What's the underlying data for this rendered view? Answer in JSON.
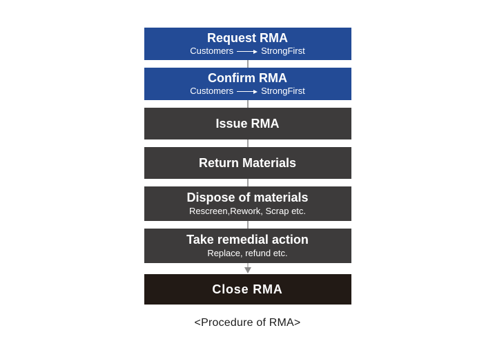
{
  "caption": "<Procedure of RMA>",
  "colors": {
    "blue": "#234b96",
    "dark": "#3d3b3b",
    "black": "#221a15",
    "connector": "#a0a0a0",
    "arrowhead": "#8a8a8a",
    "step_text": "#ffffff",
    "caption_text": "#1b1b1b",
    "background": "#ffffff"
  },
  "steps": [
    {
      "title": "Request RMA",
      "subtitle_parts": [
        "Customers",
        "StrongFirst"
      ],
      "style": "blue",
      "connector_after": "line"
    },
    {
      "title": "Confirm RMA",
      "subtitle_parts": [
        "Customers",
        "StrongFirst"
      ],
      "style": "blue",
      "connector_after": "line"
    },
    {
      "title": "Issue RMA",
      "style": "dark",
      "connector_after": "line"
    },
    {
      "title": "Return Materials",
      "style": "dark",
      "connector_after": "line"
    },
    {
      "title": "Dispose of materials",
      "subtitle": "Rescreen,Rework, Scrap etc.",
      "style": "dark",
      "connector_after": "line"
    },
    {
      "title": "Take remedial action",
      "subtitle": "Replace, refund etc.",
      "style": "dark",
      "connector_after": "arrow"
    },
    {
      "title": "Close RMA",
      "style": "black",
      "connector_after": "none"
    }
  ]
}
